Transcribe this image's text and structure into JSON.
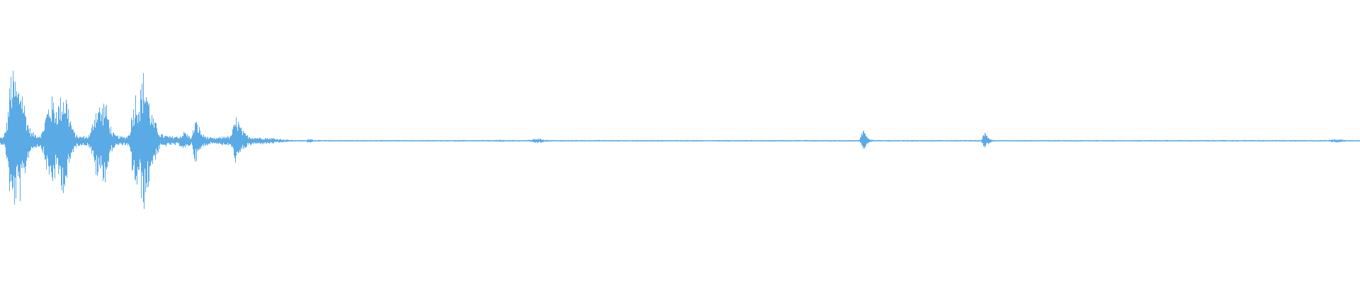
{
  "waveform": {
    "color": "#5aaae6",
    "background": "#ffffff",
    "envelope_levels": [
      0.05,
      0.06,
      0.3,
      0.95,
      0.92,
      0.75,
      0.85,
      0.5,
      0.25,
      0.12,
      0.1,
      0.08,
      0.12,
      0.35,
      0.55,
      0.6,
      0.5,
      0.55,
      0.7,
      0.65,
      0.35,
      0.15,
      0.08,
      0.06,
      0.07,
      0.06,
      0.12,
      0.4,
      0.55,
      0.45,
      0.6,
      0.38,
      0.15,
      0.08,
      0.07,
      0.06,
      0.06,
      0.1,
      0.45,
      0.7,
      0.6,
      0.95,
      0.85,
      0.5,
      0.3,
      0.22,
      0.1,
      0.08,
      0.07,
      0.06,
      0.07,
      0.06,
      0.08,
      0.14,
      0.08,
      0.05,
      0.3,
      0.22,
      0.1,
      0.07,
      0.05,
      0.04,
      0.04,
      0.05,
      0.06,
      0.08,
      0.05,
      0.2,
      0.36,
      0.2,
      0.12,
      0.08,
      0.06,
      0.05,
      0.05,
      0.045,
      0.045,
      0.04,
      0.04,
      0.035,
      0.03,
      0.025,
      0.02,
      0.015,
      0.012,
      0.01,
      0.01,
      0.01,
      0.012,
      0.04,
      0.01,
      0.01,
      0.01,
      0.01,
      0.01,
      0.01,
      0.01,
      0.01,
      0.01,
      0.01,
      0.01,
      0.01,
      0.01,
      0.01,
      0.01,
      0.01,
      0.01,
      0.01,
      0.01,
      0.01,
      0.01,
      0.01,
      0.01,
      0.01,
      0.01,
      0.01,
      0.01,
      0.01,
      0.01,
      0.01,
      0.01,
      0.01,
      0.01,
      0.01,
      0.01,
      0.01,
      0.01,
      0.01,
      0.01,
      0.01,
      0.01,
      0.01,
      0.01,
      0.01,
      0.01,
      0.01,
      0.01,
      0.01,
      0.01,
      0.01,
      0.01,
      0.01,
      0.01,
      0.012,
      0.015,
      0.012,
      0.01,
      0.01,
      0.01,
      0.01,
      0.01,
      0.01,
      0.012,
      0.02,
      0.035,
      0.03,
      0.022,
      0.015,
      0.012,
      0.01,
      0.01,
      0.01,
      0.01,
      0.01,
      0.01,
      0.01,
      0.01,
      0.01,
      0.01,
      0.01,
      0.01,
      0.01,
      0.01,
      0.01,
      0.01,
      0.01,
      0.01,
      0.01,
      0.01,
      0.01,
      0.01,
      0.01,
      0.01,
      0.01,
      0.01,
      0.01,
      0.01,
      0.01,
      0.01,
      0.01,
      0.01,
      0.01,
      0.01,
      0.01,
      0.01,
      0.01,
      0.01,
      0.01,
      0.01,
      0.01,
      0.01,
      0.01,
      0.01,
      0.01,
      0.01,
      0.01,
      0.01,
      0.01,
      0.01,
      0.01,
      0.01,
      0.01,
      0.01,
      0.01,
      0.01,
      0.01,
      0.01,
      0.01,
      0.01,
      0.01,
      0.01,
      0.01,
      0.01,
      0.01,
      0.01,
      0.01,
      0.01,
      0.01,
      0.01,
      0.01,
      0.01,
      0.01,
      0.01,
      0.01,
      0.01,
      0.01,
      0.01,
      0.01,
      0.01,
      0.01,
      0.01,
      0.01,
      0.01,
      0.01,
      0.01,
      0.01,
      0.01,
      0.01,
      0.16,
      0.06,
      0.02,
      0.01,
      0.01,
      0.01,
      0.01,
      0.01,
      0.01,
      0.01,
      0.01,
      0.01,
      0.01,
      0.01,
      0.01,
      0.01,
      0.01,
      0.01,
      0.01,
      0.01,
      0.01,
      0.01,
      0.01,
      0.01,
      0.01,
      0.01,
      0.01,
      0.01,
      0.01,
      0.01,
      0.01,
      0.01,
      0.01,
      0.01,
      0.01,
      0.12,
      0.05,
      0.015,
      0.01,
      0.01,
      0.01,
      0.01,
      0.01,
      0.01,
      0.01,
      0.01,
      0.01,
      0.01,
      0.01,
      0.01,
      0.01,
      0.01,
      0.01,
      0.01,
      0.01,
      0.01,
      0.01,
      0.01,
      0.01,
      0.01,
      0.01,
      0.01,
      0.01,
      0.01,
      0.01,
      0.01,
      0.01,
      0.01,
      0.01,
      0.01,
      0.01,
      0.01,
      0.01,
      0.01,
      0.01,
      0.01,
      0.01,
      0.01,
      0.01,
      0.01,
      0.01,
      0.01,
      0.01,
      0.01,
      0.01,
      0.01,
      0.01,
      0.01,
      0.01,
      0.01,
      0.01,
      0.01,
      0.01,
      0.01,
      0.01,
      0.01,
      0.01,
      0.01,
      0.01,
      0.01,
      0.01,
      0.01,
      0.01,
      0.01,
      0.01,
      0.01,
      0.01,
      0.01,
      0.01,
      0.01,
      0.01,
      0.01,
      0.01,
      0.01,
      0.01,
      0.01,
      0.01,
      0.01,
      0.01,
      0.01,
      0.01,
      0.01,
      0.01,
      0.01,
      0.01,
      0.01,
      0.01,
      0.01,
      0.01,
      0.01,
      0.01,
      0.01,
      0.01,
      0.01,
      0.012,
      0.02,
      0.026,
      0.022,
      0.015,
      0.012,
      0.01,
      0.01,
      0.01,
      0.01
    ]
  }
}
